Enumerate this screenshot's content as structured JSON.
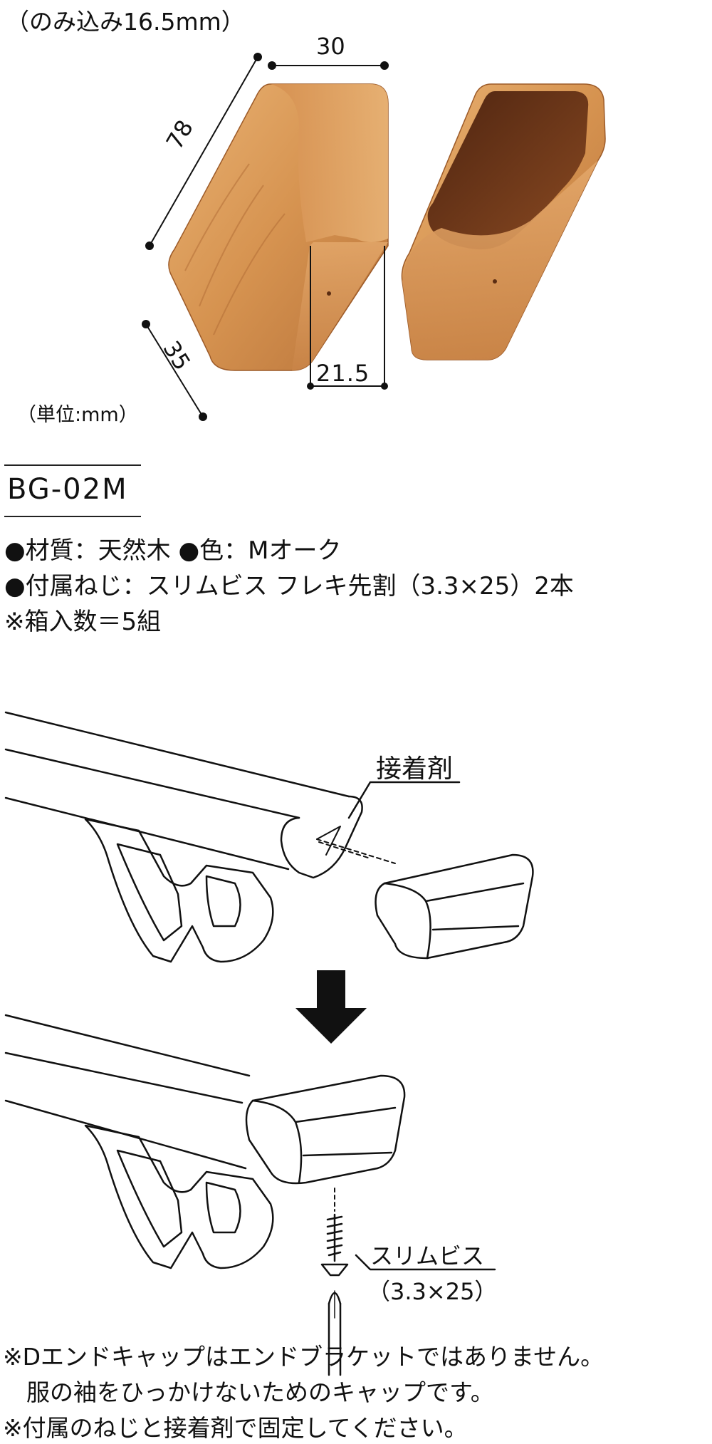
{
  "top_note": "（のみ込み16.5mm）",
  "dimensions": {
    "width_top": "30",
    "length": "78",
    "depth": "35",
    "height": "21.5"
  },
  "unit_note": "（単位:mm）",
  "product": {
    "model": "BG-02M",
    "specs": [
      "●材質：天然木 ●色：Mオーク",
      "●付属ねじ：スリムビス フレキ先割（3.3×25）2本",
      "※箱入数＝5組"
    ]
  },
  "diagram": {
    "adhesive_label": "接着剤",
    "screw_label": "スリムビス",
    "screw_size": "（3.3×25）"
  },
  "notes": [
    "※Dエンドキャップはエンドブラケットではありません。",
    "　服の袖をひっかけないためのキャップです。",
    "※付属のねじと接着剤で固定してください。"
  ],
  "colors": {
    "wood_light": "#e2a868",
    "wood_mid": "#cf8c4e",
    "wood_dark": "#a35f2c",
    "wood_inner": "#6b3418"
  }
}
